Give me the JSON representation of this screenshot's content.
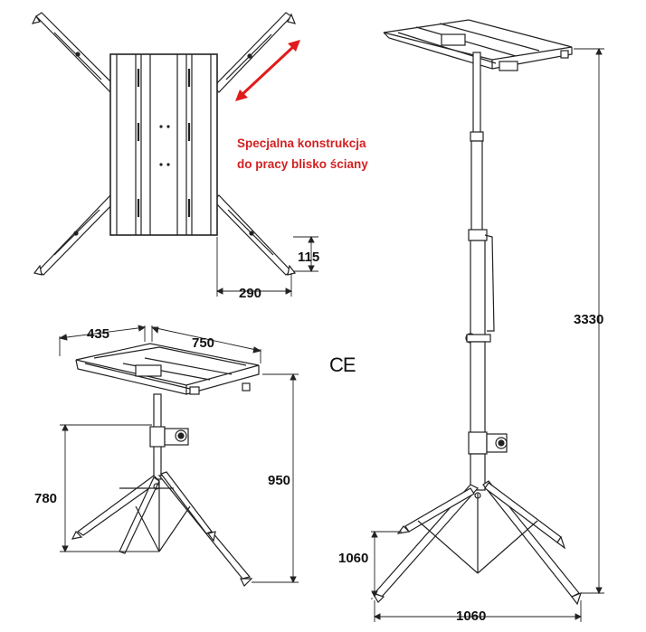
{
  "note": {
    "line1": "Specjalna konstrukcja",
    "line2": "do pracy blisko ściany"
  },
  "ce_mark": "CE",
  "dimensions": {
    "top_view_offset": "290",
    "top_view_height": "115",
    "head_depth": "435",
    "head_width": "750",
    "min_leg_height": "780",
    "min_total_height": "950",
    "max_total_height": "3330",
    "footprint_depth": "1060",
    "footprint_width": "1060"
  },
  "colors": {
    "line": "#222222",
    "accent": "#e01b1b",
    "note": "#d42020"
  }
}
